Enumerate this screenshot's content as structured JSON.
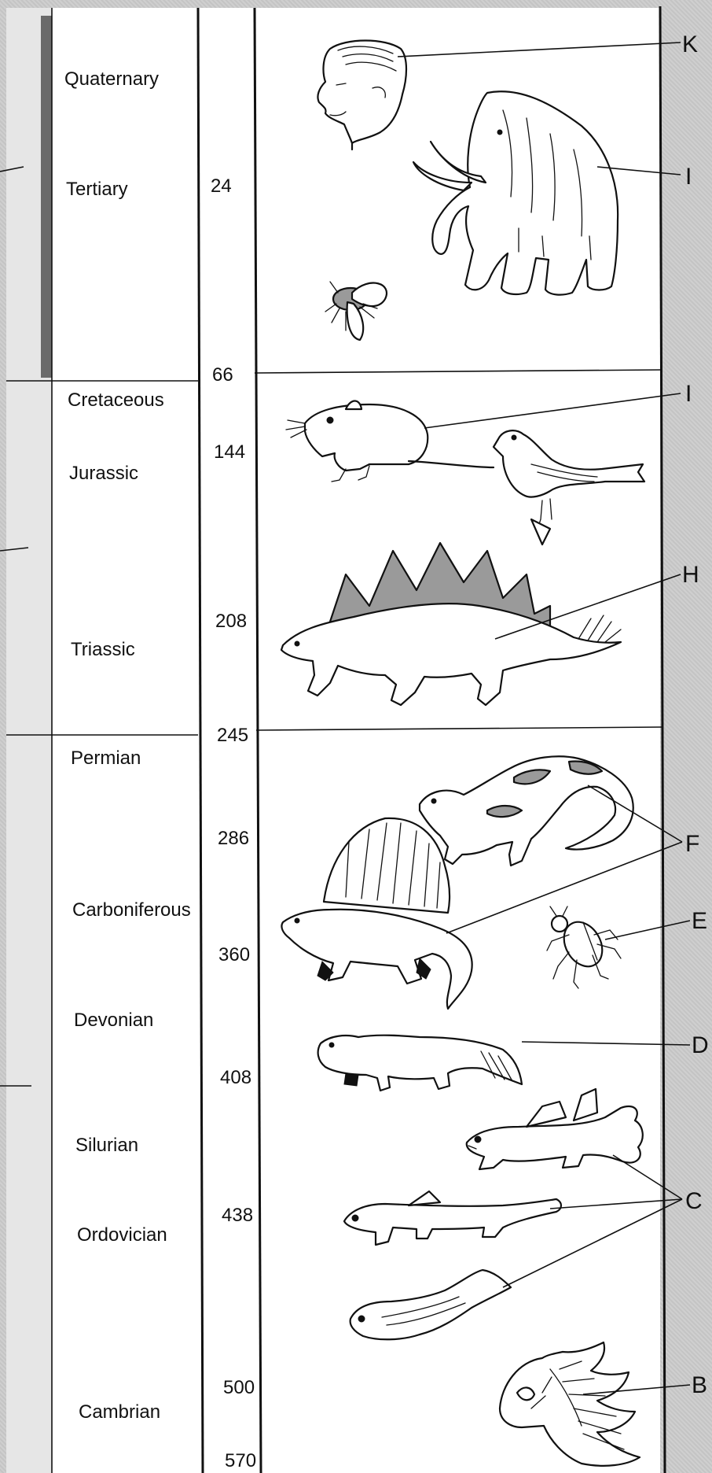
{
  "periods": [
    {
      "key": "quaternary",
      "label": "Quaternary"
    },
    {
      "key": "tertiary",
      "label": "Tertiary"
    },
    {
      "key": "cretaceous",
      "label": "Cretaceous"
    },
    {
      "key": "jurassic",
      "label": "Jurassic"
    },
    {
      "key": "triassic",
      "label": "Triassic"
    },
    {
      "key": "permian",
      "label": "Permian"
    },
    {
      "key": "carboniferous",
      "label": "Carboniferous"
    },
    {
      "key": "devonian",
      "label": "Devonian"
    },
    {
      "key": "silurian",
      "label": "Silurian"
    },
    {
      "key": "ordovician",
      "label": "Ordovician"
    },
    {
      "key": "cambrian",
      "label": "Cambrian"
    }
  ],
  "ages": [
    "24",
    "66",
    "144",
    "208",
    "245",
    "286",
    "360",
    "408",
    "438",
    "500",
    "570"
  ],
  "labels": {
    "K": "K",
    "I1": "I",
    "I2": "I",
    "H": "H",
    "F": "F",
    "E": "E",
    "D": "D",
    "C": "C",
    "B": "B"
  },
  "organisms": [
    "human",
    "mammoth",
    "fly",
    "rodent",
    "bird",
    "stegosaurus",
    "reptile",
    "dimetrodon",
    "beetle",
    "amphibian",
    "lobe-finned-fish",
    "jawed-fish",
    "jawless-fish",
    "trilobite"
  ]
}
